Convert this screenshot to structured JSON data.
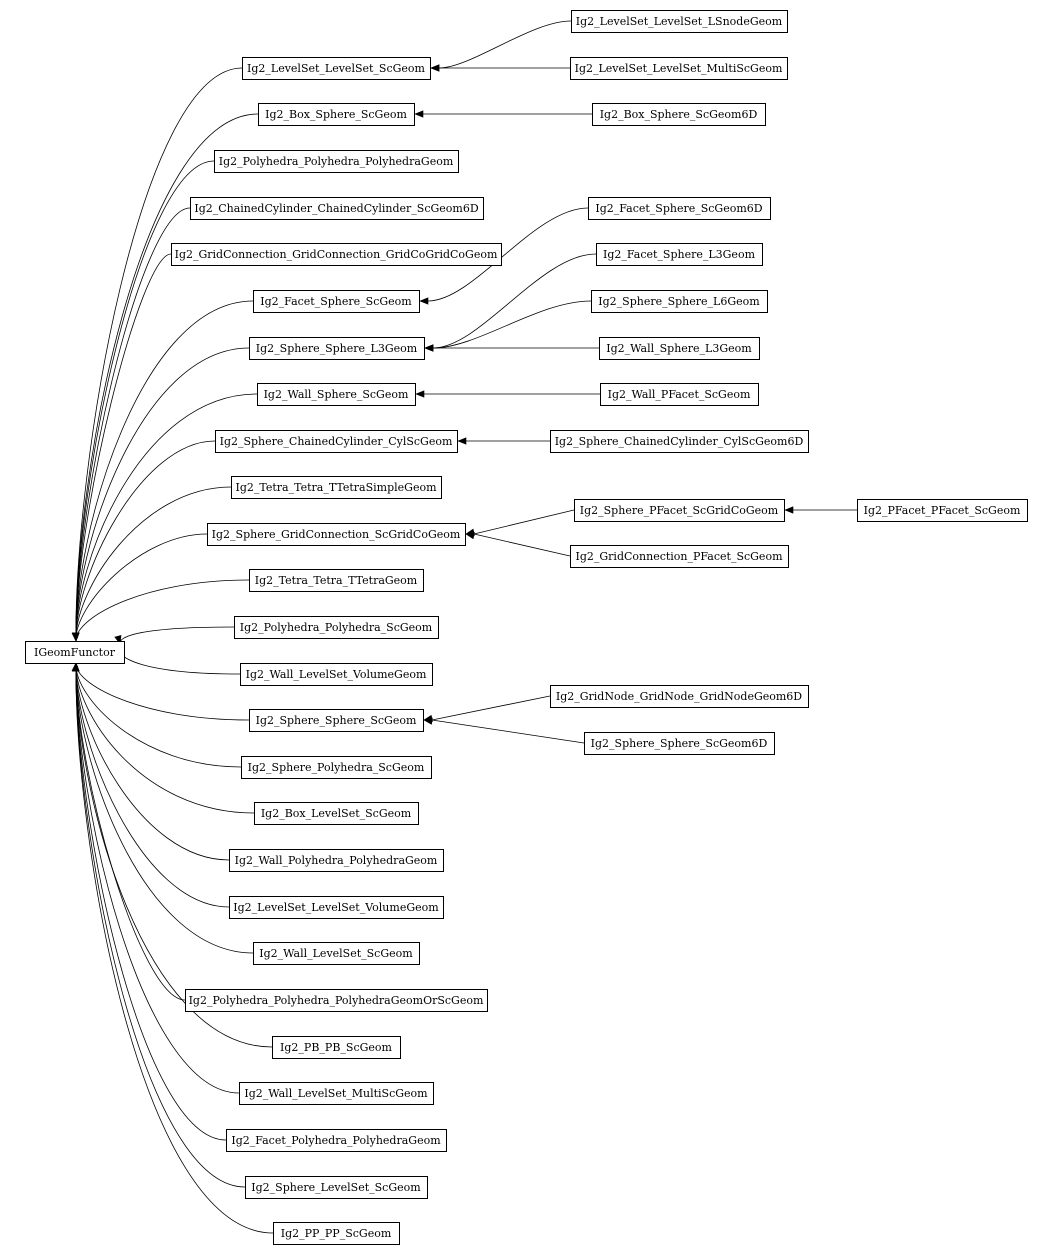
{
  "diagram": {
    "nodes": {
      "root": "IGeomFunctor",
      "ls_ls_scgeom": "Ig2_LevelSet_LevelSet_ScGeom",
      "box_sphere_scgeom": "Ig2_Box_Sphere_ScGeom",
      "poly_poly_polygeom": "Ig2_Polyhedra_Polyhedra_PolyhedraGeom",
      "chcyl_chcyl_scgeom6d": "Ig2_ChainedCylinder_ChainedCylinder_ScGeom6D",
      "gridconn_gridconn_gcgcgeom": "Ig2_GridConnection_GridConnection_GridCoGridCoGeom",
      "facet_sphere_scgeom": "Ig2_Facet_Sphere_ScGeom",
      "sphere_sphere_l3geom": "Ig2_Sphere_Sphere_L3Geom",
      "wall_sphere_scgeom": "Ig2_Wall_Sphere_ScGeom",
      "sphere_chcyl_cylscgeom": "Ig2_Sphere_ChainedCylinder_CylScGeom",
      "tetra_tetra_ttetrasimplegeom": "Ig2_Tetra_Tetra_TTetraSimpleGeom",
      "sphere_gridconn_scgridcogeom": "Ig2_Sphere_GridConnection_ScGridCoGeom",
      "tetra_tetra_ttetrageom": "Ig2_Tetra_Tetra_TTetraGeom",
      "poly_poly_scgeom": "Ig2_Polyhedra_Polyhedra_ScGeom",
      "wall_ls_volumegeom": "Ig2_Wall_LevelSet_VolumeGeom",
      "sphere_sphere_scgeom": "Ig2_Sphere_Sphere_ScGeom",
      "sphere_poly_scgeom": "Ig2_Sphere_Polyhedra_ScGeom",
      "box_ls_scgeom": "Ig2_Box_LevelSet_ScGeom",
      "wall_poly_polygeom": "Ig2_Wall_Polyhedra_PolyhedraGeom",
      "ls_ls_volumegeom": "Ig2_LevelSet_LevelSet_VolumeGeom",
      "wall_ls_scgeom": "Ig2_Wall_LevelSet_ScGeom",
      "poly_poly_polygeomorscgeom": "Ig2_Polyhedra_Polyhedra_PolyhedraGeomOrScGeom",
      "pb_pb_scgeom": "Ig2_PB_PB_ScGeom",
      "wall_ls_multiscgeom": "Ig2_Wall_LevelSet_MultiScGeom",
      "facet_poly_polygeom": "Ig2_Facet_Polyhedra_PolyhedraGeom",
      "sphere_ls_scgeom": "Ig2_Sphere_LevelSet_ScGeom",
      "pp_pp_scgeom": "Ig2_PP_PP_ScGeom",
      "ls_ls_lsnodegeom": "Ig2_LevelSet_LevelSet_LSnodeGeom",
      "ls_ls_multiscgeom": "Ig2_LevelSet_LevelSet_MultiScGeom",
      "box_sphere_scgeom6d": "Ig2_Box_Sphere_ScGeom6D",
      "facet_sphere_scgeom6d": "Ig2_Facet_Sphere_ScGeom6D",
      "facet_sphere_l3geom": "Ig2_Facet_Sphere_L3Geom",
      "sphere_sphere_l6geom": "Ig2_Sphere_Sphere_L6Geom",
      "wall_sphere_l3geom": "Ig2_Wall_Sphere_L3Geom",
      "wall_pfacet_scgeom": "Ig2_Wall_PFacet_ScGeom",
      "sphere_chcyl_cylscgeom6d": "Ig2_Sphere_ChainedCylinder_CylScGeom6D",
      "sphere_pfacet_scgridcogeom": "Ig2_Sphere_PFacet_ScGridCoGeom",
      "gridconn_pfacet_scgeom": "Ig2_GridConnection_PFacet_ScGeom",
      "gridnode_gridnode_geom6d": "Ig2_GridNode_GridNode_GridNodeGeom6D",
      "sphere_sphere_scgeom6d": "Ig2_Sphere_Sphere_ScGeom6D",
      "pfacet_pfacet_scgeom": "Ig2_PFacet_PFacet_ScGeom"
    },
    "edges": [
      [
        "ls_ls_scgeom",
        "root"
      ],
      [
        "box_sphere_scgeom",
        "root"
      ],
      [
        "poly_poly_polygeom",
        "root"
      ],
      [
        "chcyl_chcyl_scgeom6d",
        "root"
      ],
      [
        "gridconn_gridconn_gcgcgeom",
        "root"
      ],
      [
        "facet_sphere_scgeom",
        "root"
      ],
      [
        "sphere_sphere_l3geom",
        "root"
      ],
      [
        "wall_sphere_scgeom",
        "root"
      ],
      [
        "sphere_chcyl_cylscgeom",
        "root"
      ],
      [
        "tetra_tetra_ttetrasimplegeom",
        "root"
      ],
      [
        "sphere_gridconn_scgridcogeom",
        "root"
      ],
      [
        "tetra_tetra_ttetrageom",
        "root"
      ],
      [
        "poly_poly_scgeom",
        "root"
      ],
      [
        "wall_ls_volumegeom",
        "root"
      ],
      [
        "sphere_sphere_scgeom",
        "root"
      ],
      [
        "sphere_poly_scgeom",
        "root"
      ],
      [
        "box_ls_scgeom",
        "root"
      ],
      [
        "wall_poly_polygeom",
        "root"
      ],
      [
        "ls_ls_volumegeom",
        "root"
      ],
      [
        "wall_ls_scgeom",
        "root"
      ],
      [
        "poly_poly_polygeomorscgeom",
        "root"
      ],
      [
        "pb_pb_scgeom",
        "root"
      ],
      [
        "wall_ls_multiscgeom",
        "root"
      ],
      [
        "facet_poly_polygeom",
        "root"
      ],
      [
        "sphere_ls_scgeom",
        "root"
      ],
      [
        "pp_pp_scgeom",
        "root"
      ],
      [
        "ls_ls_lsnodegeom",
        "ls_ls_scgeom"
      ],
      [
        "ls_ls_multiscgeom",
        "ls_ls_scgeom"
      ],
      [
        "box_sphere_scgeom6d",
        "box_sphere_scgeom"
      ],
      [
        "facet_sphere_scgeom6d",
        "facet_sphere_scgeom"
      ],
      [
        "facet_sphere_l3geom",
        "sphere_sphere_l3geom"
      ],
      [
        "sphere_sphere_l6geom",
        "sphere_sphere_l3geom"
      ],
      [
        "wall_sphere_l3geom",
        "sphere_sphere_l3geom"
      ],
      [
        "wall_pfacet_scgeom",
        "wall_sphere_scgeom"
      ],
      [
        "sphere_chcyl_cylscgeom6d",
        "sphere_chcyl_cylscgeom"
      ],
      [
        "sphere_pfacet_scgridcogeom",
        "sphere_gridconn_scgridcogeom"
      ],
      [
        "gridconn_pfacet_scgeom",
        "sphere_gridconn_scgridcogeom"
      ],
      [
        "gridnode_gridnode_geom6d",
        "sphere_sphere_scgeom"
      ],
      [
        "sphere_sphere_scgeom6d",
        "sphere_sphere_scgeom"
      ],
      [
        "pfacet_pfacet_scgeom",
        "sphere_pfacet_scgridcogeom"
      ]
    ]
  }
}
